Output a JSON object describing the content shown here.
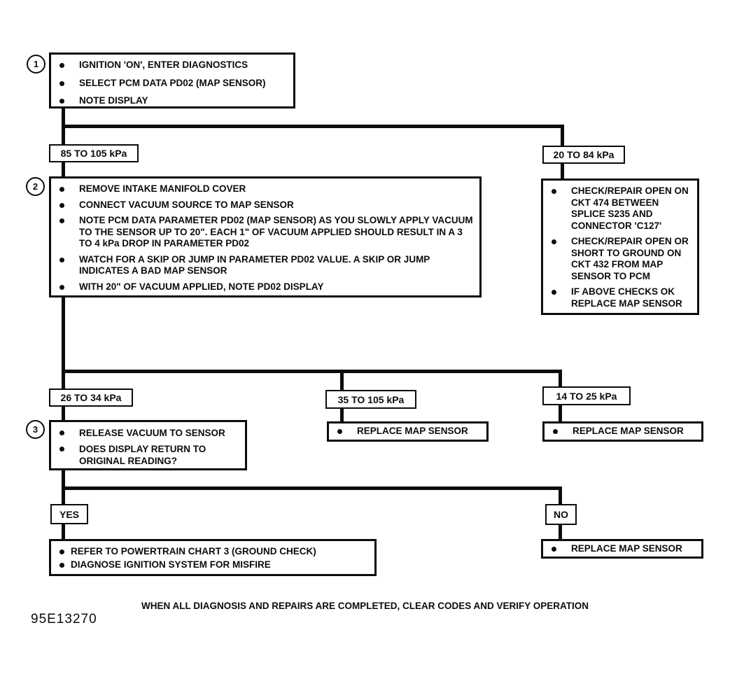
{
  "diagram_title": "MAP sensor diagnostic flowchart",
  "colors": {
    "ink": "#0c0c0c",
    "paper": "#ffffff"
  },
  "steps": {
    "step1": {
      "number": "1",
      "items": [
        "IGNITION 'ON', ENTER DIAGNOSTICS",
        "SELECT PCM DATA PD02 (MAP SENSOR)",
        "NOTE DISPLAY"
      ]
    },
    "step2": {
      "number": "2",
      "items": [
        "REMOVE INTAKE MANIFOLD COVER",
        "CONNECT VACUUM SOURCE TO MAP SENSOR",
        "NOTE PCM DATA PARAMETER PD02 (MAP SENSOR) AS YOU SLOWLY APPLY VACUUM TO THE SENSOR UP TO 20\".  EACH 1\" OF VACUUM APPLIED SHOULD RESULT IN A 3 TO 4 kPa DROP IN PARAMETER PD02",
        "WATCH FOR A SKIP OR JUMP IN PARAMETER PD02 VALUE.  A SKIP OR JUMP INDICATES A BAD MAP SENSOR",
        "WITH 20\" OF VACUUM APPLIED, NOTE PD02 DISPLAY"
      ]
    },
    "step3": {
      "number": "3",
      "items": [
        "RELEASE VACUUM TO SENSOR",
        "DOES DISPLAY RETURN TO ORIGINAL READING?"
      ]
    }
  },
  "branch_labels": {
    "kpa_85_105": "85 TO 105 kPa",
    "kpa_20_84": "20 TO 84 kPa",
    "kpa_26_34": "26 TO 34 kPa",
    "kpa_35_105": "35 TO 105 kPa",
    "kpa_14_25": "14 TO 25 kPa",
    "yes": "YES",
    "no": "NO"
  },
  "action_boxes": {
    "check_repair": {
      "items": [
        "CHECK/REPAIR OPEN ON CKT 474 BETWEEN SPLICE S235 AND CONNECTOR 'C127'",
        "CHECK/REPAIR OPEN OR SHORT TO GROUND ON CKT 432 FROM MAP SENSOR TO PCM",
        "IF ABOVE CHECKS OK REPLACE MAP SENSOR"
      ]
    },
    "replace_map_sensor_mid": {
      "items": [
        "REPLACE MAP SENSOR"
      ]
    },
    "replace_map_sensor_right": {
      "items": [
        "REPLACE MAP SENSOR"
      ]
    },
    "replace_map_sensor_no": {
      "items": [
        "REPLACE MAP SENSOR"
      ]
    },
    "yes_actions": {
      "items": [
        "REFER TO POWERTRAIN CHART 3 (GROUND CHECK)",
        "DIAGNOSE IGNITION SYSTEM FOR MISFIRE"
      ]
    }
  },
  "footer": {
    "note": "WHEN ALL DIAGNOSIS AND REPAIRS ARE COMPLETED, CLEAR CODES AND VERIFY OPERATION",
    "figure_id": "95E13270"
  }
}
